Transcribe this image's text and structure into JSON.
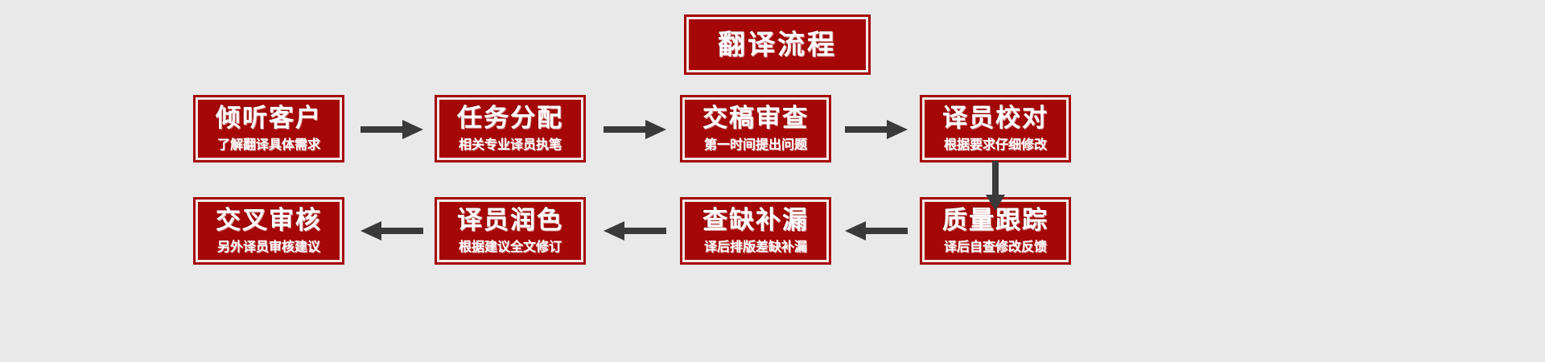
{
  "diagram": {
    "title": "翻译流程",
    "background_color": "#e9e9e9",
    "box_color": "#a50707",
    "text_color": "#ffffff",
    "arrow_color": "#3a3a3a",
    "row1": [
      {
        "title": "倾听客户",
        "subtitle": "了解翻译具体需求"
      },
      {
        "title": "任务分配",
        "subtitle": "相关专业译员执笔"
      },
      {
        "title": "交稿审查",
        "subtitle": "第一时间提出问题"
      },
      {
        "title": "译员校对",
        "subtitle": "根据要求仔细修改"
      }
    ],
    "row2": [
      {
        "title": "交叉审核",
        "subtitle": "另外译员审核建议"
      },
      {
        "title": "译员润色",
        "subtitle": "根据建议全文修订"
      },
      {
        "title": "查缺补漏",
        "subtitle": "译后排版差缺补漏"
      },
      {
        "title": "质量跟踪",
        "subtitle": "译后自查修改反馈"
      }
    ],
    "arrows": [
      {
        "name": "arrow-right-1",
        "direction": "right"
      },
      {
        "name": "arrow-right-2",
        "direction": "right"
      },
      {
        "name": "arrow-right-3",
        "direction": "right"
      },
      {
        "name": "arrow-down-1",
        "direction": "down"
      },
      {
        "name": "arrow-left-1",
        "direction": "left"
      },
      {
        "name": "arrow-left-2",
        "direction": "left"
      },
      {
        "name": "arrow-left-3",
        "direction": "left"
      }
    ]
  }
}
